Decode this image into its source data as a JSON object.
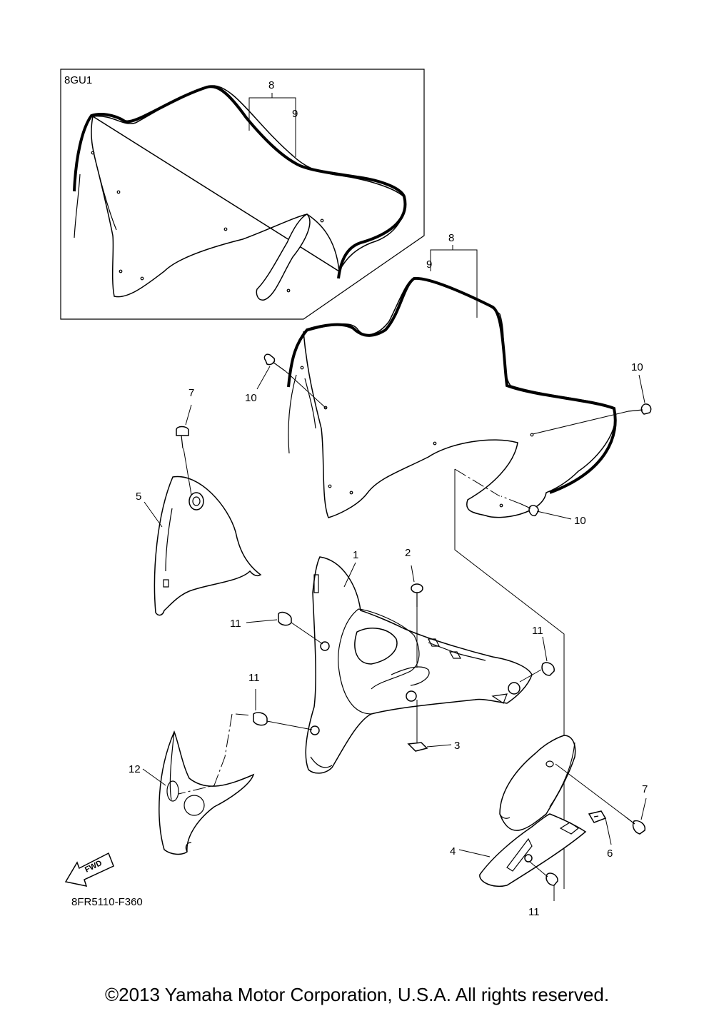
{
  "diagram": {
    "inset_label": "8GU1",
    "drawing_code": "8FR5110-F360",
    "fwd_label": "FWD",
    "callouts": {
      "c1": "1",
      "c2": "2",
      "c3": "3",
      "c4": "4",
      "c5": "5",
      "c6": "6",
      "c7a": "7",
      "c7b": "7",
      "c8a": "8",
      "c8b": "8",
      "c9a": "9",
      "c9b": "9",
      "c10a": "10",
      "c10b": "10",
      "c10c": "10",
      "c11a": "11",
      "c11b": "11",
      "c11c": "11",
      "c11d": "11",
      "c12": "12"
    }
  },
  "footer": {
    "copyright": "©2013 Yamaha Motor Corporation, U.S.A. All rights reserved."
  }
}
